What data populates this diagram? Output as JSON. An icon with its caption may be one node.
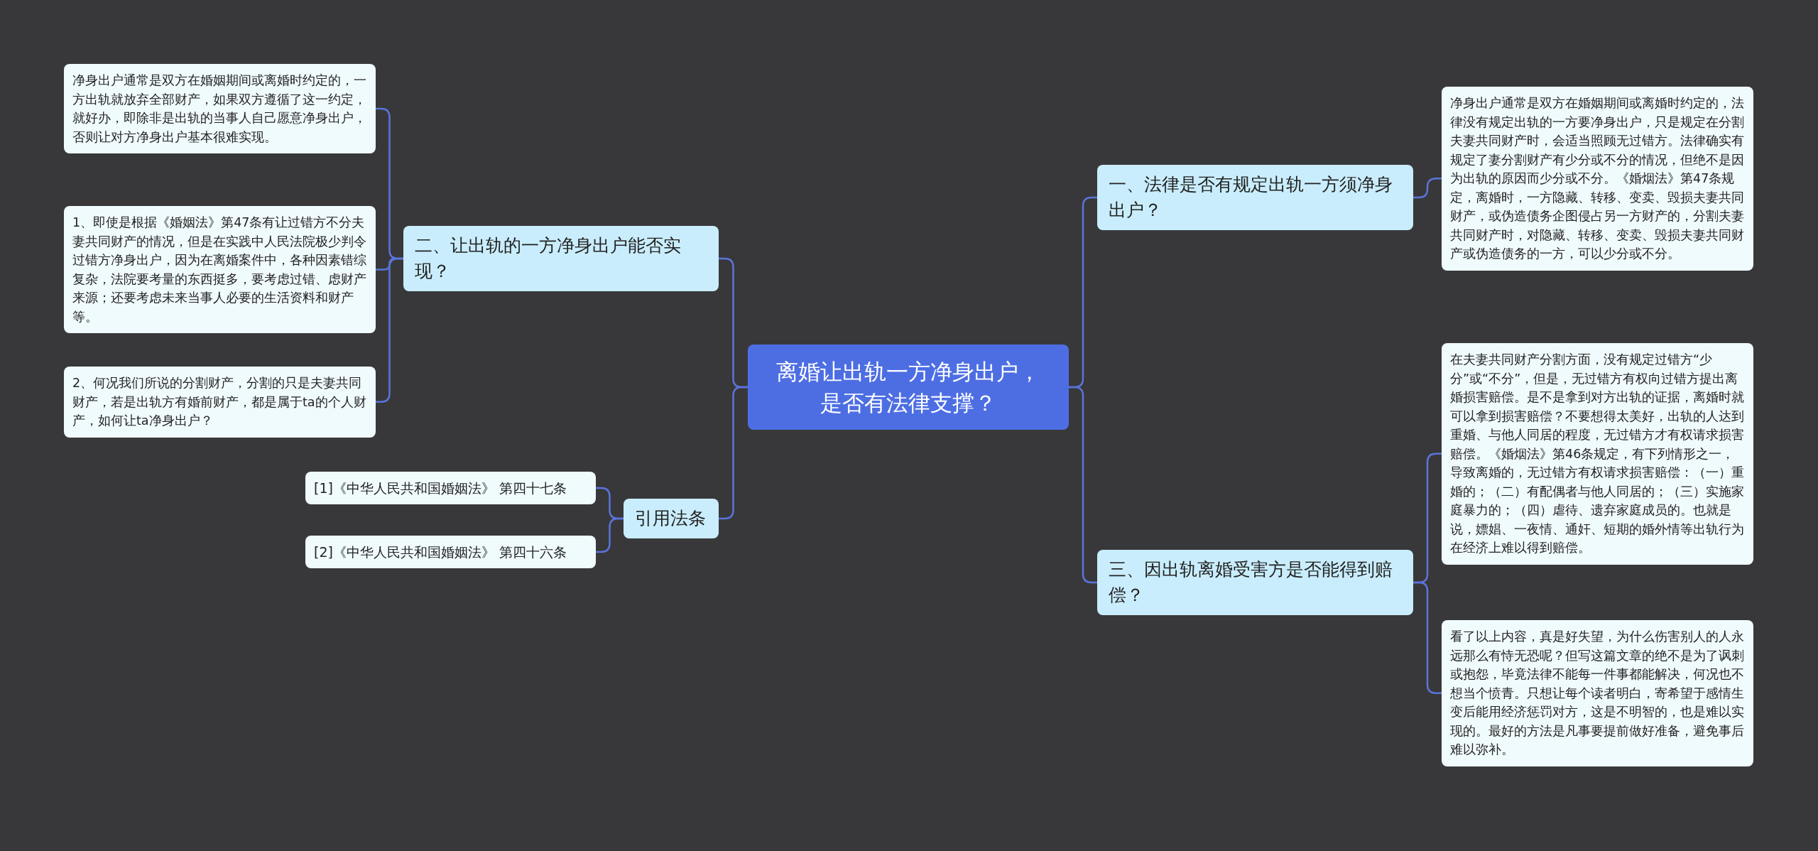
{
  "diagram": {
    "nodes": [
      {
        "text": [
          "离婚让出轨一方净身出户，是否有法律支撑？"
        ]
      },
      {
        "text": [
          "二、让出轨的一方净身出户能否实现？"
        ]
      },
      {
        "text": [
          "净身出户通常是双方在婚姻期间或离婚时约定的，一方出轨就放弃全部财产，如果双方遵循了这一约定，就好办，即除非是出轨的当事人自己愿意净身出户，否则让对方净身出户基本很难实现。"
        ]
      },
      {
        "text": [
          "1、即使是根据《婚姻法》第47条有让过错方不分夫妻共同财产的情况，但是在实践中人民法院极少判令过错方净身出户，因为在离婚案件中，各种因素错综复杂，法院要考量的东西挺多，要考虑过错、虑财产来源；还要考虑未来当事人必要的生活资料和财产等。"
        ]
      },
      {
        "text": [
          "2、何况我们所说的分割财产，分割的只是夫妻共同财产，若是出轨方有婚前财产，都是属于ta的个人财产，如何让ta净身出户？"
        ]
      },
      {
        "text": [
          "引用法条"
        ]
      },
      {
        "text": [
          "[1]《中华人民共和国婚姻法》 第四十七条"
        ]
      },
      {
        "text": [
          "[2]《中华人民共和国婚姻法》 第四十六条"
        ]
      },
      {
        "text": [
          "一、法律是否有规定出轨一方须净身出户？"
        ]
      },
      {
        "text": [
          "净身出户通常是双方在婚姻期间或离婚时约定的，法律没有规定出轨的一方要净身出户，只是规定在分割夫妻共同财产时，会适当照顾无过错方。法律确实有规定了妻分割财产有少分或不分的情况，但绝不是因为出轨的原因而少分或不分。《婚烟法》第47条规定，离婚时，一方隐藏、转移、变卖、毁损夫妻共同财产，或伪造债务企图侵占另一方财产的，分割夫妻共同财产时，对隐藏、转移、变卖、毁损夫妻共同财产或伪造债务的一方，可以少分或不分。"
        ]
      },
      {
        "text": [
          "三、因出轨离婚受害方是否能得到赔偿？"
        ]
      },
      {
        "text": [
          "在夫妻共同财产分割方面，没有规定过错方“少分”或“不分”，但是，无过错方有权向过错方提出离婚损害赔偿。是不是拿到对方出轨的证据，离婚时就可以拿到损害赔偿？不要想得太美好，出轨的人达到重婚、与他人同居的程度，无过错方才有权请求损害赔偿。《婚烟法》第46条规定，有下列情形之一，导致离婚的，无过错方有权请求损害赔偿：（一）重婚的；（二）有配偶者与他人同居的；（三）实施家庭暴力的；（四）虐待、遗弃家庭成员的。也就是说，嫖娼、一夜情、通奸、短期的婚外情等出轨行为在经济上难以得到赔偿。"
        ]
      },
      {
        "text": [
          "看了以上内容，真是好失望，为什么伤害别人的人永远那么有恃无恐呢？但写这篇文章的绝不是为了讽刺或抱怨，毕竟法律不能每一件事都能解决，何况也不想当个愤青。只想让每个读者明白，寄希望于感情生变后能用经济惩罚对方，这是不明智的，也是难以实现的。最好的方法是凡事要提前做好准备，避免事后难以弥补。"
        ]
      }
    ],
    "edges": [
      {
        "from": 0,
        "to": 1,
        "arrow": "none"
      },
      {
        "from": 1,
        "to": 2,
        "arrow": "none"
      },
      {
        "from": 1,
        "to": 3,
        "arrow": "none"
      },
      {
        "from": 1,
        "to": 4,
        "arrow": "none"
      },
      {
        "from": 0,
        "to": 5,
        "arrow": "none"
      },
      {
        "from": 5,
        "to": 6,
        "arrow": "none"
      },
      {
        "from": 5,
        "to": 7,
        "arrow": "none"
      },
      {
        "from": 0,
        "to": 8,
        "arrow": "none"
      },
      {
        "from": 8,
        "to": 9,
        "arrow": "none"
      },
      {
        "from": 0,
        "to": 10,
        "arrow": "none"
      },
      {
        "from": 10,
        "to": 11,
        "arrow": "none"
      },
      {
        "from": 10,
        "to": 12,
        "arrow": "none"
      }
    ]
  }
}
